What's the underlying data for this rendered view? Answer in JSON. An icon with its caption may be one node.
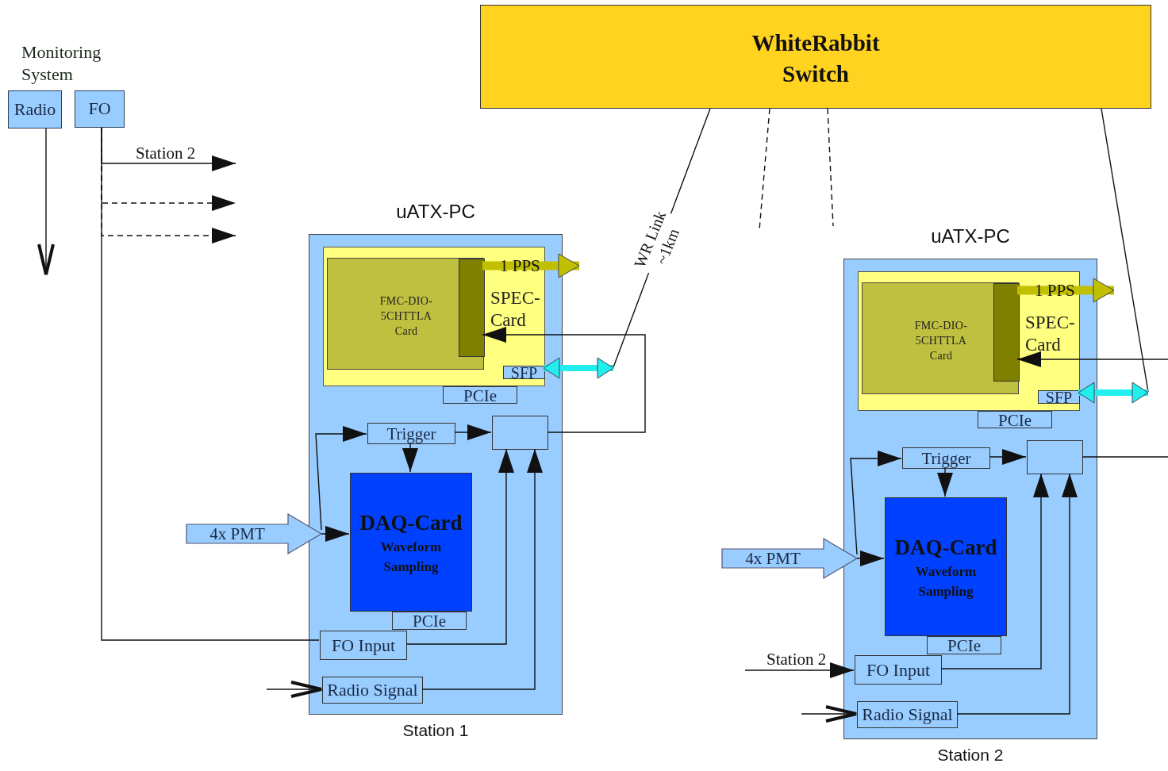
{
  "diagram": {
    "nodes": [
      {
        "text": [
          "WhiteRabbit Switch"
        ]
      },
      {
        "text": [
          "Radio"
        ]
      },
      {
        "text": [
          "FO"
        ]
      },
      {
        "text": [
          "uATX-PC"
        ],
        "beside": [
          "Station 1"
        ]
      },
      {
        "text": [
          "SPEC-Card"
        ],
        "in": 3
      },
      {
        "text": [
          "FMC-DIO-5CHTTLA Card"
        ],
        "in": 4
      },
      {
        "text": [],
        "shape": "bar",
        "in": 5
      },
      {
        "text": [
          "SFP"
        ],
        "in": 4
      },
      {
        "text": [
          "PCIe"
        ],
        "in": 3
      },
      {
        "text": [
          "Trigger"
        ],
        "in": 3
      },
      {
        "text": [],
        "shape": "box",
        "in": 3
      },
      {
        "text": [
          "DAQ-Card",
          "Waveform Sampling"
        ],
        "in": 3
      },
      {
        "text": [
          "PCIe"
        ],
        "in": 3
      },
      {
        "text": [
          "FO Input"
        ],
        "in": 3
      },
      {
        "text": [
          "Radio Signal"
        ],
        "in": 3
      },
      {
        "text": [
          "4x PMT"
        ]
      },
      {
        "text": [
          "uATX-PC"
        ],
        "beside": [
          "Station 2"
        ]
      },
      {
        "text": [
          "SPEC-Card"
        ],
        "in": 16
      },
      {
        "text": [
          "FMC-DIO-5CHTTLA Card"
        ],
        "in": 17
      },
      {
        "text": [],
        "shape": "bar",
        "in": 18
      },
      {
        "text": [
          "SFP"
        ],
        "in": 17
      },
      {
        "text": [
          "PCIe"
        ],
        "in": 16
      },
      {
        "text": [
          "Trigger"
        ],
        "in": 16
      },
      {
        "text": [],
        "shape": "box",
        "in": 16
      },
      {
        "text": [
          "DAQ-Card",
          "Waveform Sampling"
        ],
        "in": 16
      },
      {
        "text": [
          "PCIe"
        ],
        "in": 16
      },
      {
        "text": [
          "FO Input"
        ],
        "in": 16
      },
      {
        "text": [
          "Radio Signal"
        ],
        "in": 16
      },
      {
        "text": [
          "4x PMT"
        ]
      }
    ],
    "edges": [
      {
        "from": 1,
        "to": null,
        "arrow": "to"
      },
      {
        "from": 2,
        "to": null,
        "arrow": "to",
        "label": "Station 2"
      },
      {
        "from": 2,
        "to": null,
        "arrow": "to",
        "style": "dashed"
      },
      {
        "from": 2,
        "to": null,
        "arrow": "to",
        "style": "dashed"
      },
      {
        "from": 2,
        "to": 13,
        "arrow": "none"
      },
      {
        "from": 0,
        "to": 7,
        "arrow": "to",
        "label": "WR Link ~1km"
      },
      {
        "from": 0,
        "to": null,
        "arrow": "none",
        "style": "dashed"
      },
      {
        "from": 0,
        "to": null,
        "arrow": "none",
        "style": "dashed"
      },
      {
        "from": 0,
        "to": 20,
        "arrow": "to"
      },
      {
        "from": 6,
        "to": null,
        "arrow": "to",
        "label": "1 PPS",
        "style": "thick",
        "color": "#c0c000"
      },
      {
        "from": 10,
        "to": 6,
        "arrow": "to"
      },
      {
        "from": 9,
        "to": 10,
        "arrow": "to"
      },
      {
        "from": 9,
        "to": 11,
        "arrow": "to"
      },
      {
        "from": 15,
        "to": 11,
        "arrow": "to"
      },
      {
        "from": 15,
        "to": 9,
        "arrow": "to"
      },
      {
        "from": 13,
        "to": 10,
        "arrow": "to"
      },
      {
        "from": 14,
        "to": 10,
        "arrow": "to"
      },
      {
        "from": null,
        "to": 14,
        "arrow": "to"
      },
      {
        "from": 19,
        "to": null,
        "arrow": "to",
        "label": "1 PPS",
        "style": "thick",
        "color": "#c0c000"
      },
      {
        "from": 23,
        "to": null,
        "arrow": "none"
      },
      {
        "from": null,
        "to": 19,
        "arrow": "to"
      },
      {
        "from": 22,
        "to": 23,
        "arrow": "to"
      },
      {
        "from": 22,
        "to": 24,
        "arrow": "to"
      },
      {
        "from": 28,
        "to": 24,
        "arrow": "to"
      },
      {
        "from": 28,
        "to": 22,
        "arrow": "to"
      },
      {
        "from": 26,
        "to": 23,
        "arrow": "to"
      },
      {
        "from": 27,
        "to": 23,
        "arrow": "to"
      },
      {
        "from": null,
        "to": 27,
        "arrow": "to"
      },
      {
        "from": null,
        "to": 26,
        "arrow": "to",
        "label": "Station 2"
      }
    ],
    "labels": [
      "Monitoring System"
    ]
  }
}
